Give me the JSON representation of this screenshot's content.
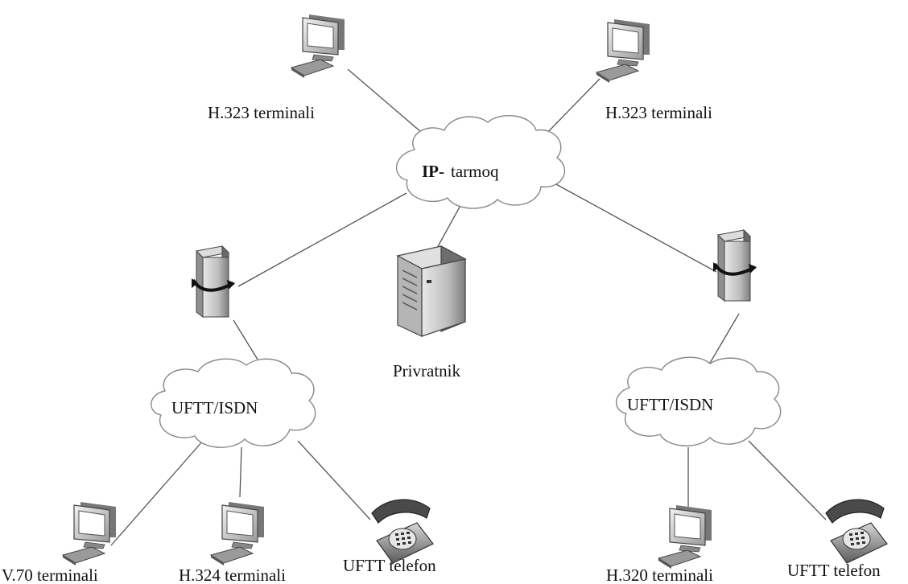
{
  "nodes": {
    "terminal_top_left": {
      "label": "H.323 terminali"
    },
    "terminal_top_right": {
      "label": "H.323 terminali"
    },
    "ip_network": {
      "label_bold": "IP-",
      "label_rest": "tarmoq"
    },
    "gatekeeper": {
      "label": "Privratnik"
    },
    "pstn_left": {
      "label": "UFTT/ISDN"
    },
    "pstn_right": {
      "label": "UFTT/ISDN"
    },
    "terminal_v70": {
      "label": "V.70 terminali"
    },
    "terminal_h324": {
      "label": "H.324 terminali"
    },
    "phone_left": {
      "label": "UFTT telefon"
    },
    "terminal_h320": {
      "label": "H.320 terminali"
    },
    "phone_right": {
      "label": "UFTT telefon"
    }
  },
  "icons": {
    "computer": "computer-icon",
    "server": "server-icon",
    "gateway": "gateway-icon",
    "phone": "phone-icon",
    "cloud": "cloud-icon"
  }
}
